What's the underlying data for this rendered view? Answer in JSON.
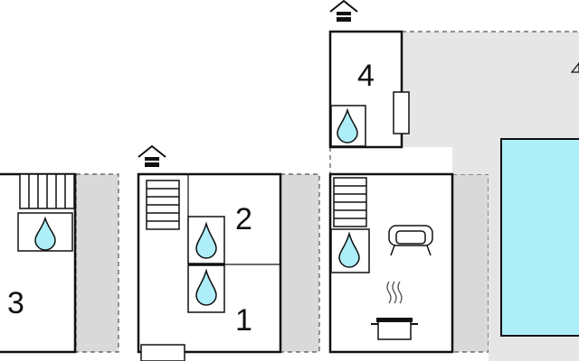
{
  "floorplan": {
    "rooms": [
      {
        "label": "1"
      },
      {
        "label": "2"
      },
      {
        "label": "3"
      },
      {
        "label": "4"
      }
    ],
    "colors": {
      "wall": "#111111",
      "terrace_gray": "#d9d9d9",
      "pool_fill": "#aeeef9",
      "water_drop": "#aeeef9",
      "dashed_outline": "#555555"
    },
    "icons": [
      "house-entrance-icon",
      "staircase-icon",
      "water-drop-icon",
      "sofa-icon",
      "cooking-pot-icon",
      "window-icon",
      "north-arrow-icon"
    ]
  }
}
